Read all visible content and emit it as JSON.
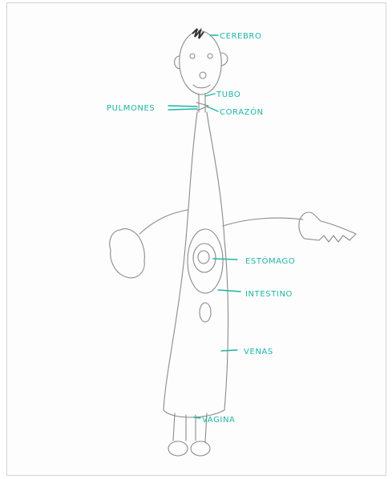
{
  "colors": {
    "pencil": "#8a8a8a",
    "label": "#1fb5a6"
  },
  "labels": {
    "cerebro": "CEREBRO",
    "tubo": "TUBO",
    "pulmones": "PULMONES",
    "corazon": "CORAZÓN",
    "estomago": "ESTÓMAGO",
    "intestino": "INTESTINO",
    "venas": "VENAS",
    "vagina": "VAGINA"
  }
}
